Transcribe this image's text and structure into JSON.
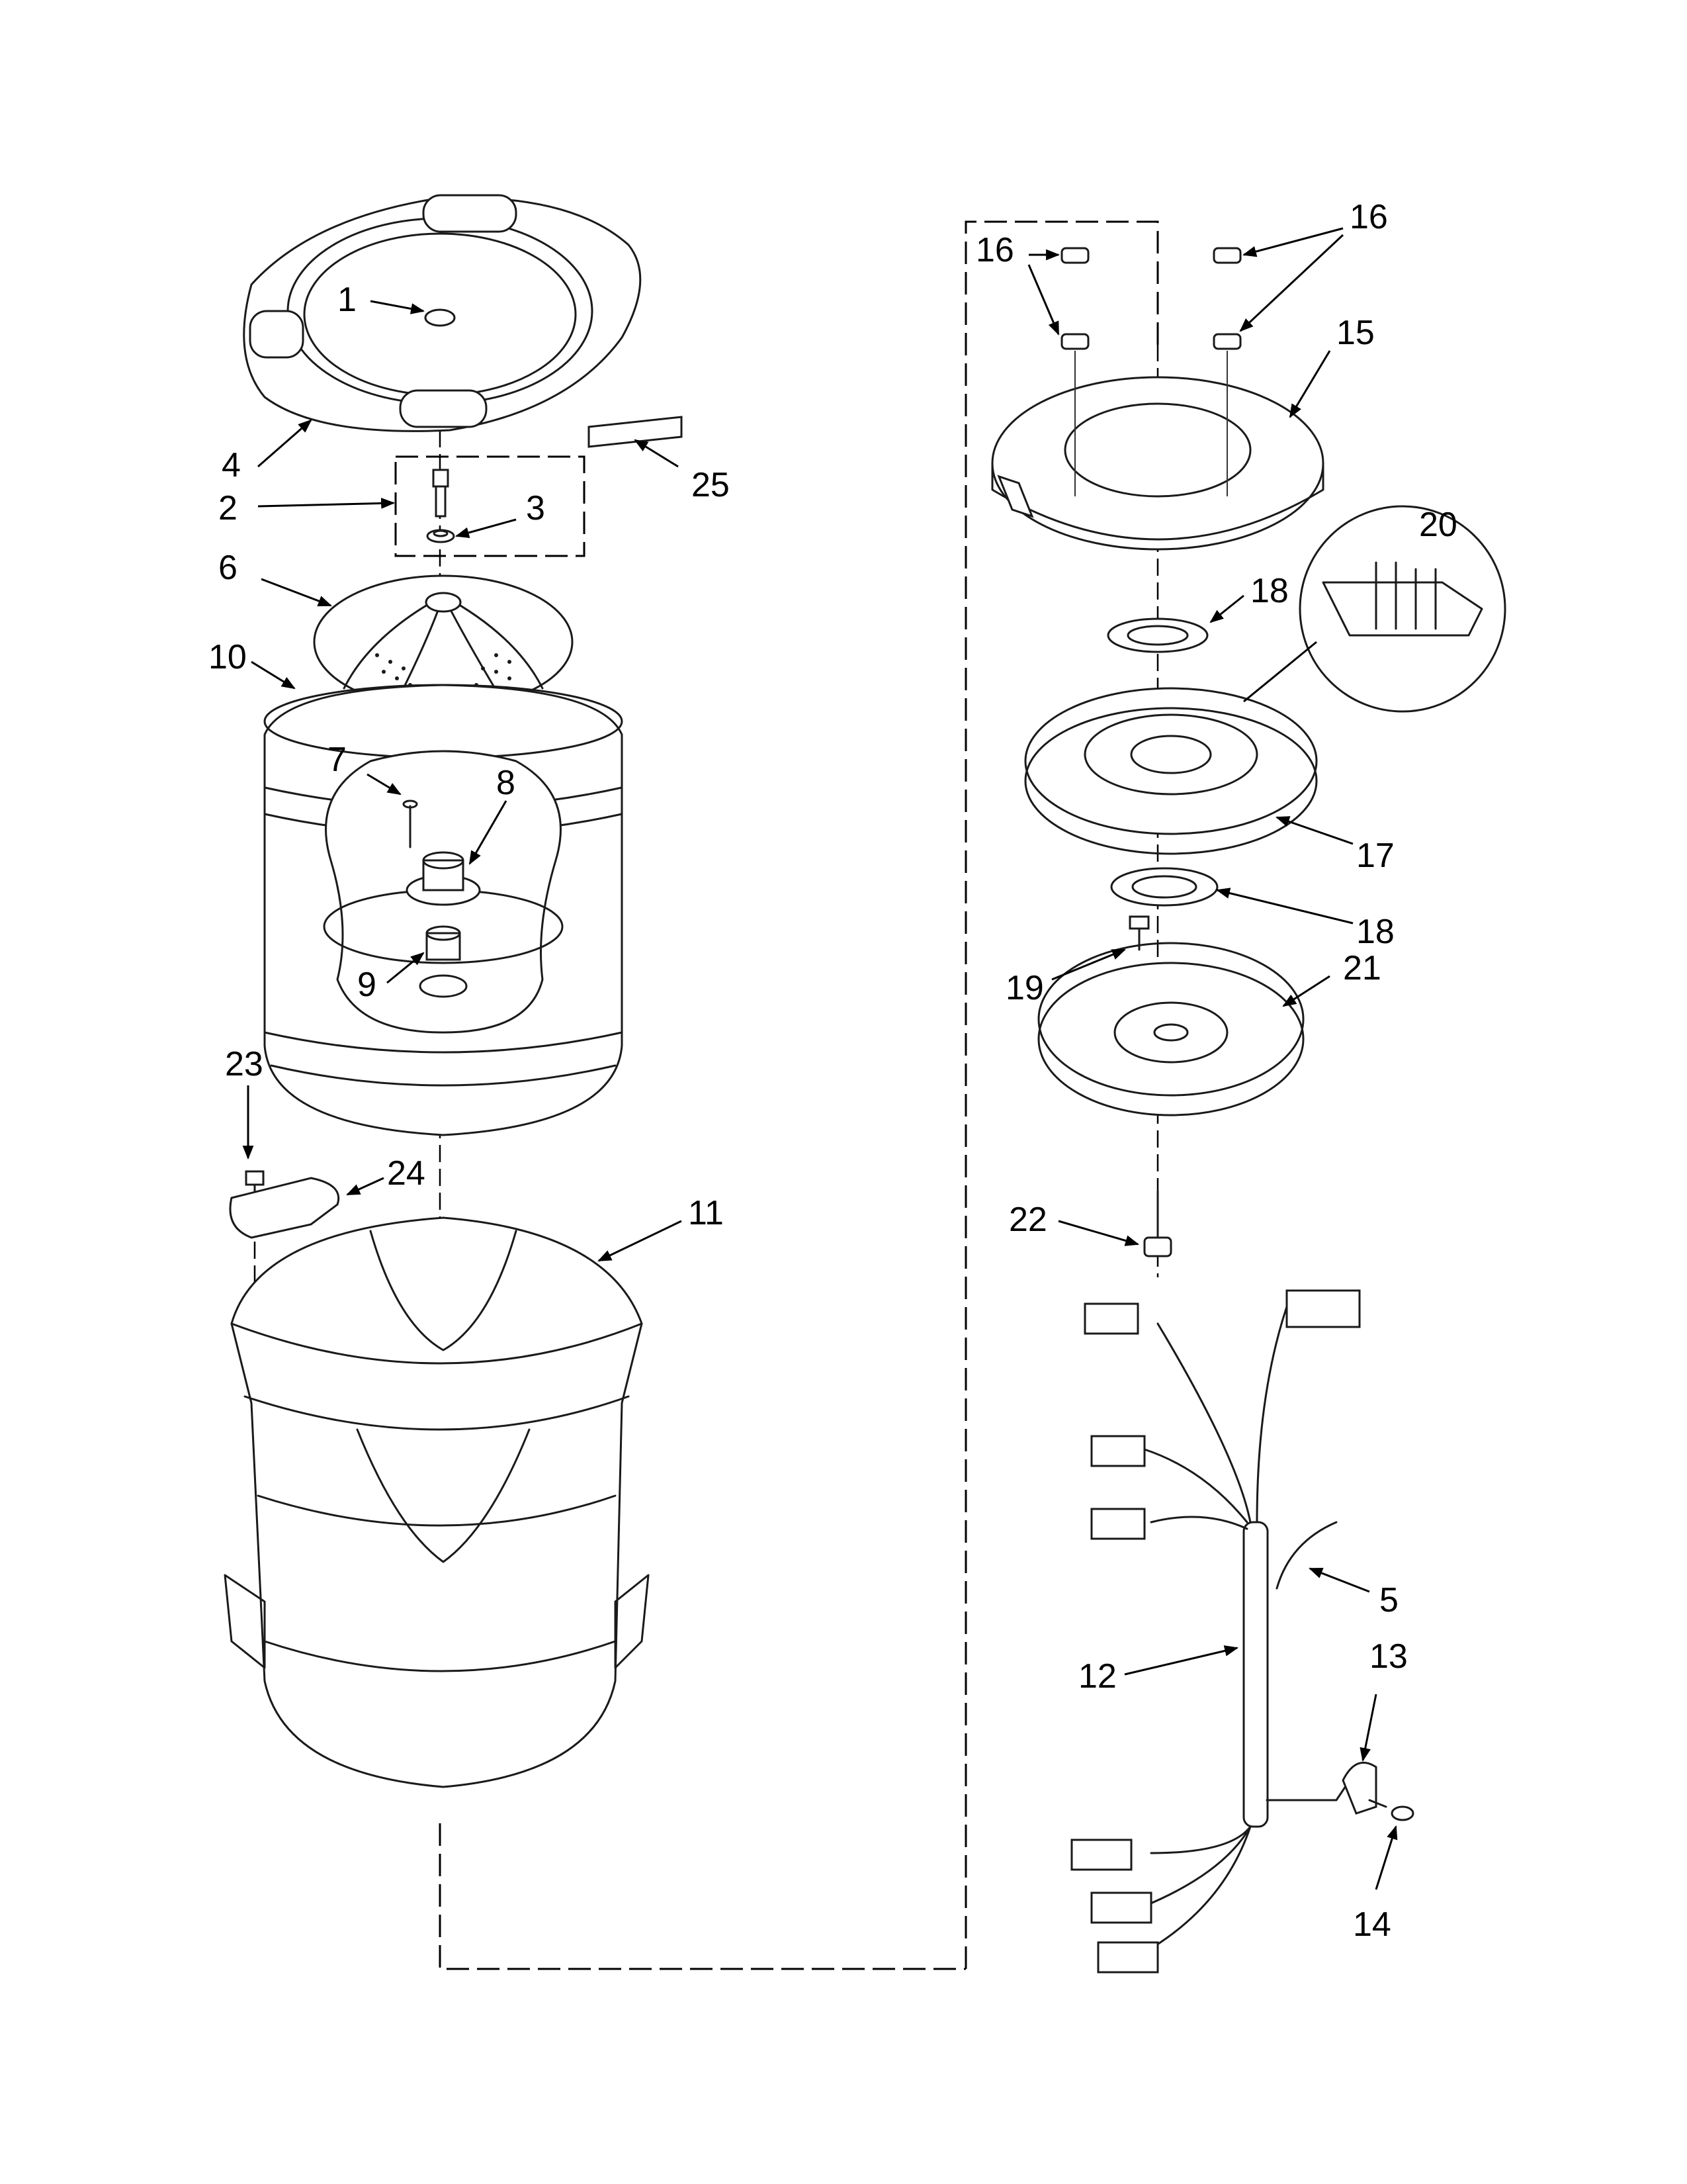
{
  "callouts": [
    {
      "id": "c1",
      "label": "1"
    },
    {
      "id": "c2",
      "label": "2"
    },
    {
      "id": "c3",
      "label": "3"
    },
    {
      "id": "c4",
      "label": "4"
    },
    {
      "id": "c5",
      "label": "5"
    },
    {
      "id": "c6",
      "label": "6"
    },
    {
      "id": "c7",
      "label": "7"
    },
    {
      "id": "c8",
      "label": "8"
    },
    {
      "id": "c9",
      "label": "9"
    },
    {
      "id": "c10",
      "label": "10"
    },
    {
      "id": "c11",
      "label": "11"
    },
    {
      "id": "c12",
      "label": "12"
    },
    {
      "id": "c13",
      "label": "13"
    },
    {
      "id": "c14",
      "label": "14"
    },
    {
      "id": "c15",
      "label": "15"
    },
    {
      "id": "c16a",
      "label": "16"
    },
    {
      "id": "c16b",
      "label": "16"
    },
    {
      "id": "c17",
      "label": "17"
    },
    {
      "id": "c18a",
      "label": "18"
    },
    {
      "id": "c18b",
      "label": "18"
    },
    {
      "id": "c19",
      "label": "19"
    },
    {
      "id": "c20",
      "label": "20"
    },
    {
      "id": "c21",
      "label": "21"
    },
    {
      "id": "c22",
      "label": "22"
    },
    {
      "id": "c23",
      "label": "23"
    },
    {
      "id": "c24",
      "label": "24"
    },
    {
      "id": "c25",
      "label": "25"
    }
  ],
  "colors": {
    "line": "#1a1a1a",
    "background": "#ffffff"
  }
}
